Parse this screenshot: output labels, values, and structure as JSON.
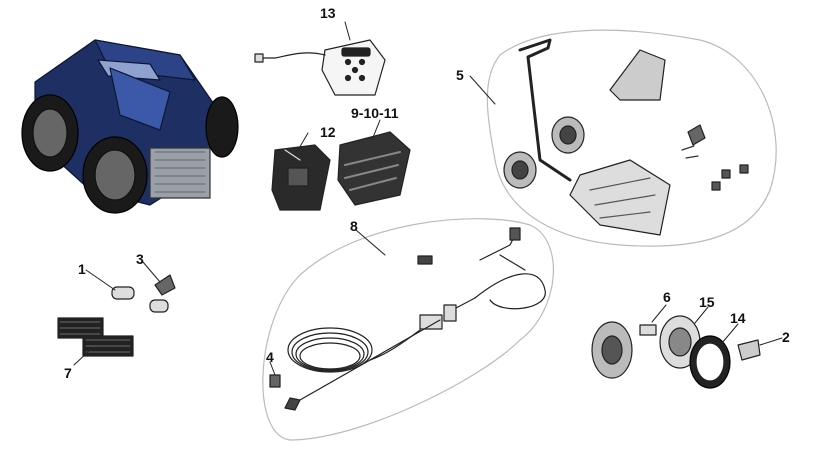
{
  "diagram": {
    "callouts": [
      {
        "id": "c13",
        "label": "13"
      },
      {
        "id": "c12",
        "label": "12"
      },
      {
        "id": "c9",
        "label": "9-10-11"
      },
      {
        "id": "c5",
        "label": "5"
      },
      {
        "id": "c8",
        "label": "8"
      },
      {
        "id": "c1",
        "label": "1"
      },
      {
        "id": "c3",
        "label": "3"
      },
      {
        "id": "c7",
        "label": "7"
      },
      {
        "id": "c4",
        "label": "4"
      },
      {
        "id": "c6",
        "label": "6"
      },
      {
        "id": "c15",
        "label": "15"
      },
      {
        "id": "c14",
        "label": "14"
      },
      {
        "id": "c2",
        "label": "2"
      }
    ],
    "colors": {
      "robot_body": "#1e2f63",
      "robot_highlight": "#3b59a8",
      "line": "#222222",
      "group_outline": "#bbbbbb"
    }
  }
}
